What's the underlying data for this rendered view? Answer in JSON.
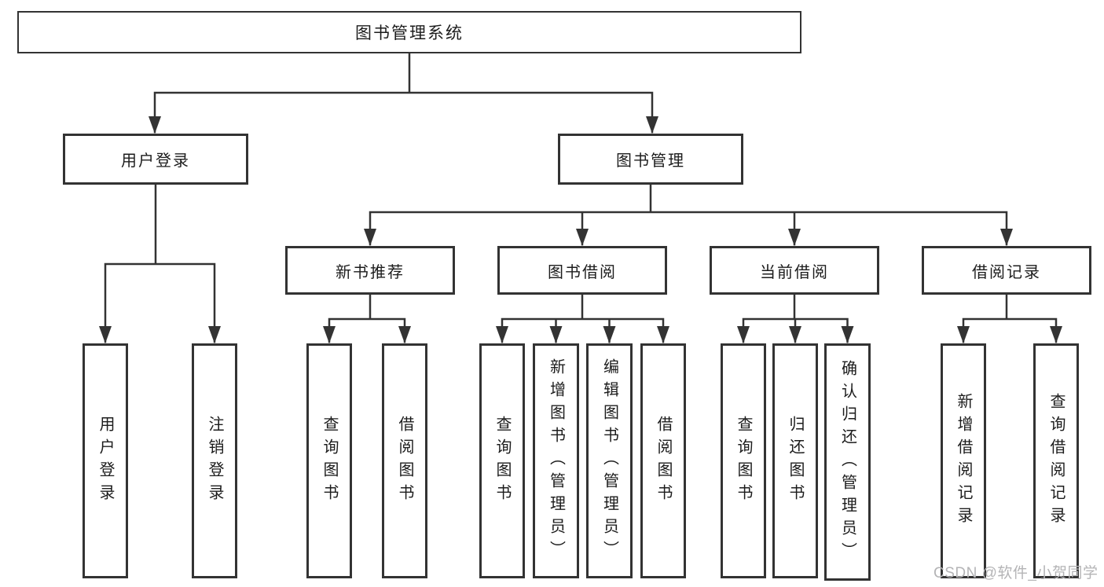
{
  "diagram": {
    "type": "hierarchy-tree",
    "root": {
      "label": "图书管理系统"
    },
    "level2": [
      {
        "label": "用户登录"
      },
      {
        "label": "图书管理"
      }
    ],
    "level3": [
      {
        "label": "新书推荐",
        "parent": "图书管理"
      },
      {
        "label": "图书借阅",
        "parent": "图书管理"
      },
      {
        "label": "当前借阅",
        "parent": "图书管理"
      },
      {
        "label": "借阅记录",
        "parent": "图书管理"
      }
    ],
    "leaves": [
      {
        "label": "用户登录",
        "parent": "用户登录"
      },
      {
        "label": "注销登录",
        "parent": "用户登录"
      },
      {
        "label": "查询图书",
        "parent": "新书推荐"
      },
      {
        "label": "借阅图书",
        "parent": "新书推荐"
      },
      {
        "label": "查询图书",
        "parent": "图书借阅"
      },
      {
        "label": "新增图书（管理员）",
        "parent": "图书借阅"
      },
      {
        "label": "编辑图书（管理员）",
        "parent": "图书借阅"
      },
      {
        "label": "借阅图书",
        "parent": "图书借阅"
      },
      {
        "label": "查询图书",
        "parent": "当前借阅"
      },
      {
        "label": "归还图书",
        "parent": "当前借阅"
      },
      {
        "label": "确认归还（管理员）",
        "parent": "当前借阅"
      },
      {
        "label": "新增借阅记录",
        "parent": "借阅记录"
      },
      {
        "label": "查询借阅记录",
        "parent": "借阅记录"
      }
    ],
    "watermark": "CSDN @软件_小贺同学",
    "colors": {
      "line": "#333333",
      "text": "#1c1c1c",
      "watermark": "#b4b4b6",
      "background": "#ffffff"
    }
  }
}
